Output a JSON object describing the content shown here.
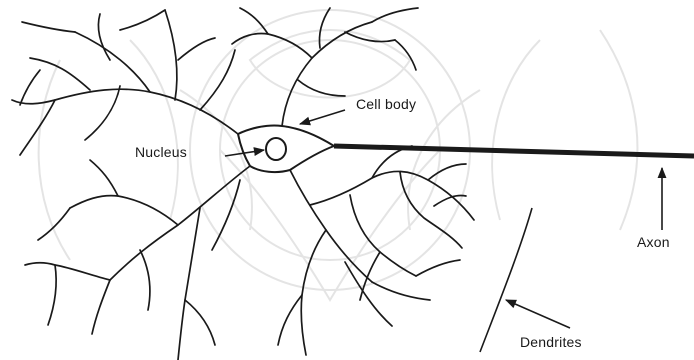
{
  "diagram": {
    "labels": {
      "nucleus": "Nucleus",
      "cell_body": "Cell body",
      "axon": "Axon",
      "dendrites": "Dendrites"
    },
    "colors": {
      "ink": "#1a1a1a",
      "watermark": "#e4e4e4",
      "background": "#ffffff"
    },
    "icons": {
      "label_pointer": "arrow-icon",
      "watermark": "ornamental-seal"
    }
  }
}
